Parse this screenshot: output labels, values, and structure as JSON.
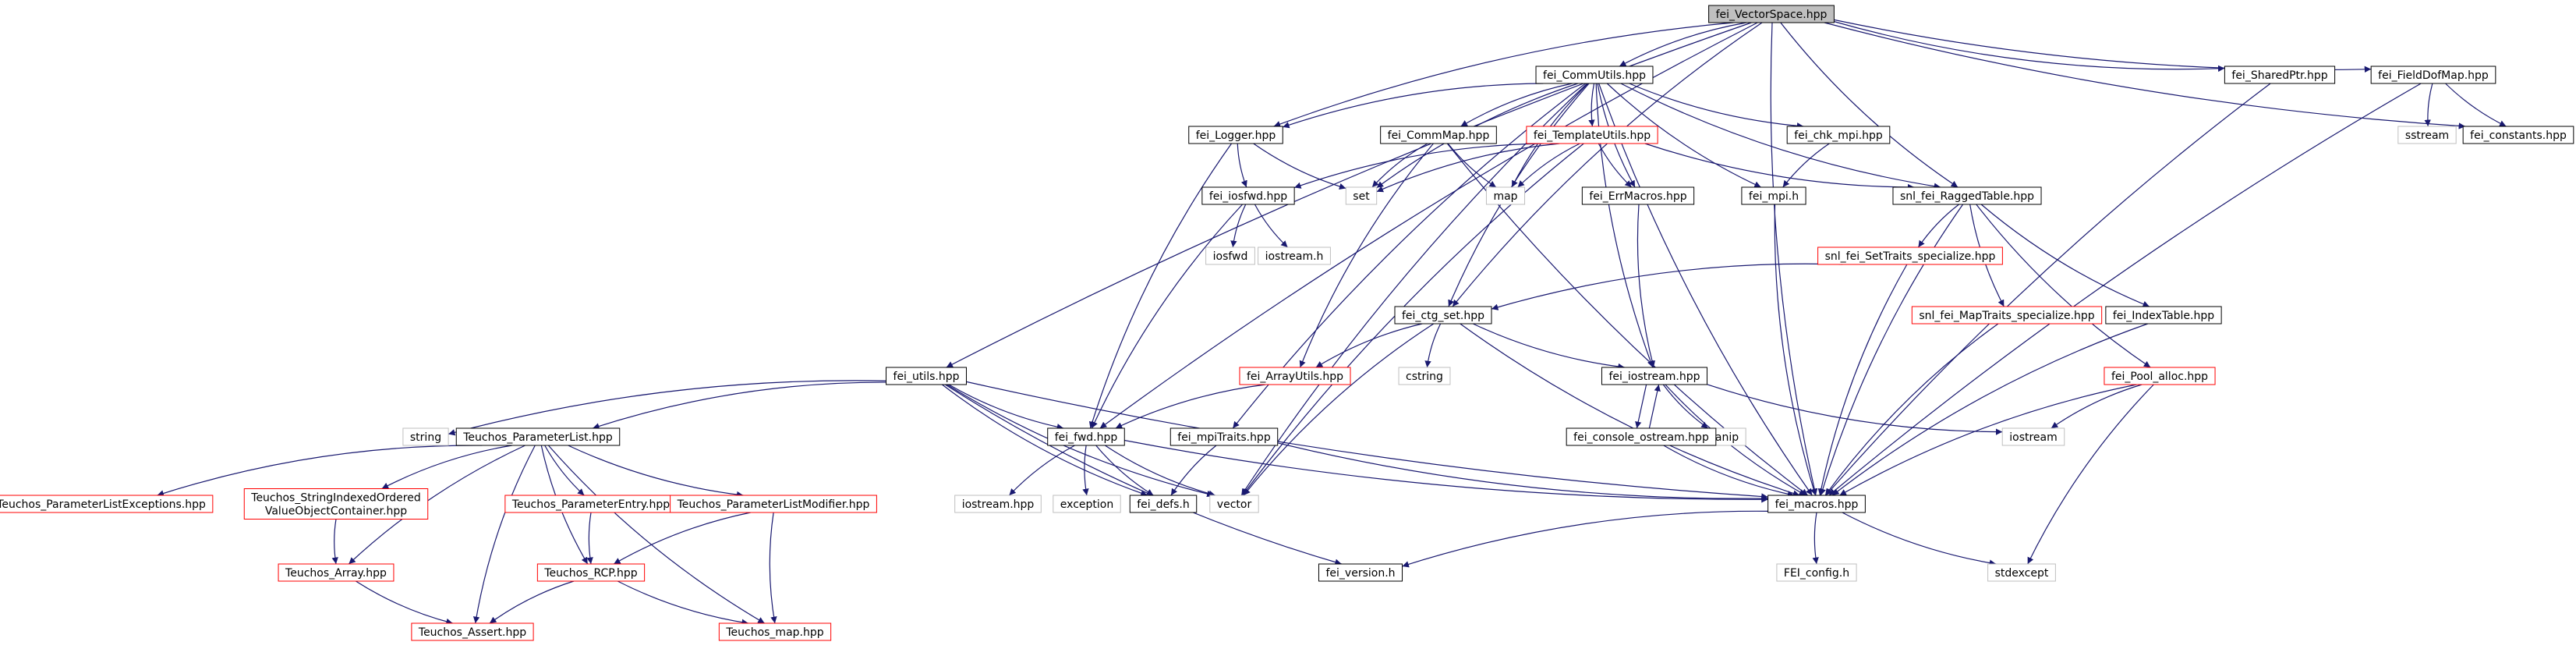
{
  "graph": {
    "colors": {
      "edge": "#191970",
      "root_fill": "#bfbfbf",
      "border_black": "#000000",
      "border_red": "#ff0000",
      "border_gray": "#bfbfbf",
      "text": "#000000"
    },
    "nodes": [
      {
        "id": "root",
        "label": "fei_VectorSpace.hpp",
        "style": "root"
      },
      {
        "id": "commutils",
        "label": "fei_CommUtils.hpp",
        "style": "black"
      },
      {
        "id": "sharedptr",
        "label": "fei_SharedPtr.hpp",
        "style": "black"
      },
      {
        "id": "fielddofmap",
        "label": "fei_FieldDofMap.hpp",
        "style": "black"
      },
      {
        "id": "logger",
        "label": "fei_Logger.hpp",
        "style": "black"
      },
      {
        "id": "commmap",
        "label": "fei_CommMap.hpp",
        "style": "black"
      },
      {
        "id": "templateutils",
        "label": "fei_TemplateUtils.hpp",
        "style": "red"
      },
      {
        "id": "chkmpi",
        "label": "fei_chk_mpi.hpp",
        "style": "black"
      },
      {
        "id": "sstream",
        "label": "sstream",
        "style": "gray"
      },
      {
        "id": "constants",
        "label": "fei_constants.hpp",
        "style": "black"
      },
      {
        "id": "iosfwd_hpp",
        "label": "fei_iosfwd.hpp",
        "style": "black"
      },
      {
        "id": "set",
        "label": "set",
        "style": "gray"
      },
      {
        "id": "map",
        "label": "map",
        "style": "gray"
      },
      {
        "id": "errmacros",
        "label": "fei_ErrMacros.hpp",
        "style": "black"
      },
      {
        "id": "mpi_h",
        "label": "fei_mpi.h",
        "style": "black"
      },
      {
        "id": "raggedtable",
        "label": "snl_fei_RaggedTable.hpp",
        "style": "black"
      },
      {
        "id": "iosfwd",
        "label": "iosfwd",
        "style": "gray"
      },
      {
        "id": "iostream_h",
        "label": "iostream.h",
        "style": "gray"
      },
      {
        "id": "settraits",
        "label": "snl_fei_SetTraits_specialize.hpp",
        "style": "red"
      },
      {
        "id": "ctgset",
        "label": "fei_ctg_set.hpp",
        "style": "black"
      },
      {
        "id": "maptraits",
        "label": "snl_fei_MapTraits_specialize.hpp",
        "style": "red"
      },
      {
        "id": "indextable",
        "label": "fei_IndexTable.hpp",
        "style": "black"
      },
      {
        "id": "arrayutils",
        "label": "fei_ArrayUtils.hpp",
        "style": "red"
      },
      {
        "id": "cstring",
        "label": "cstring",
        "style": "gray"
      },
      {
        "id": "iostream_hpp",
        "label": "fei_iostream.hpp",
        "style": "black"
      },
      {
        "id": "poolalloc",
        "label": "fei_Pool_alloc.hpp",
        "style": "red"
      },
      {
        "id": "utils",
        "label": "fei_utils.hpp",
        "style": "black"
      },
      {
        "id": "string",
        "label": "string",
        "style": "gray"
      },
      {
        "id": "paramlist",
        "label": "Teuchos_ParameterList.hpp",
        "style": "black"
      },
      {
        "id": "fei_fwd",
        "label": "fei_fwd.hpp",
        "style": "black"
      },
      {
        "id": "mpitraits",
        "label": "fei_mpiTraits.hpp",
        "style": "black"
      },
      {
        "id": "iomanip",
        "label": "iomanip",
        "style": "gray"
      },
      {
        "id": "iostream",
        "label": "iostream",
        "style": "gray"
      },
      {
        "id": "consoleostream",
        "label": "fei_console_ostream.hpp",
        "style": "black"
      },
      {
        "id": "paramlistexceptions",
        "label": "Teuchos_ParameterListExceptions.hpp",
        "style": "red"
      },
      {
        "id": "stringindexed",
        "label": "Teuchos_StringIndexedOrderedValueObjectContainer.hpp",
        "lines": [
          "Teuchos_StringIndexedOrdered",
          "ValueObjectContainer.hpp"
        ],
        "style": "red"
      },
      {
        "id": "paramentry",
        "label": "Teuchos_ParameterEntry.hpp",
        "style": "red"
      },
      {
        "id": "paramlistmodifier",
        "label": "Teuchos_ParameterListModifier.hpp",
        "style": "red"
      },
      {
        "id": "iostream_hpp2",
        "label": "iostream.hpp",
        "style": "gray"
      },
      {
        "id": "exception",
        "label": "exception",
        "style": "gray"
      },
      {
        "id": "defs",
        "label": "fei_defs.h",
        "style": "black"
      },
      {
        "id": "vector",
        "label": "vector",
        "style": "gray"
      },
      {
        "id": "macros",
        "label": "fei_macros.hpp",
        "style": "black"
      },
      {
        "id": "teuchos_array",
        "label": "Teuchos_Array.hpp",
        "style": "red"
      },
      {
        "id": "teuchos_rcp",
        "label": "Teuchos_RCP.hpp",
        "style": "red"
      },
      {
        "id": "version",
        "label": "fei_version.h",
        "style": "black"
      },
      {
        "id": "feiconfig",
        "label": "FEI_config.h",
        "style": "gray"
      },
      {
        "id": "stdexcept",
        "label": "stdexcept",
        "style": "gray"
      },
      {
        "id": "teuchos_assert",
        "label": "Teuchos_Assert.hpp",
        "style": "red"
      },
      {
        "id": "teuchos_map",
        "label": "Teuchos_map.hpp",
        "style": "red"
      }
    ],
    "edges": [
      [
        "root",
        "commutils"
      ],
      [
        "root",
        "sharedptr"
      ],
      [
        "root",
        "fielddofmap"
      ],
      [
        "root",
        "constants"
      ],
      [
        "root",
        "logger"
      ],
      [
        "root",
        "utils"
      ],
      [
        "root",
        "fei_fwd"
      ],
      [
        "root",
        "raggedtable"
      ],
      [
        "root",
        "ctgset"
      ],
      [
        "root",
        "macros"
      ],
      [
        "commutils",
        "logger"
      ],
      [
        "commutils",
        "commmap"
      ],
      [
        "commutils",
        "templateutils"
      ],
      [
        "commutils",
        "chkmpi"
      ],
      [
        "commutils",
        "raggedtable"
      ],
      [
        "commutils",
        "set"
      ],
      [
        "commutils",
        "map"
      ],
      [
        "commutils",
        "errmacros"
      ],
      [
        "commutils",
        "mpi_h"
      ],
      [
        "commutils",
        "iostream_hpp"
      ],
      [
        "commutils",
        "vector"
      ],
      [
        "commutils",
        "macros"
      ],
      [
        "commutils",
        "mpitraits"
      ],
      [
        "commutils",
        "ctgset"
      ],
      [
        "sharedptr",
        "macros"
      ],
      [
        "fielddofmap",
        "sstream"
      ],
      [
        "fielddofmap",
        "constants"
      ],
      [
        "fielddofmap",
        "macros"
      ],
      [
        "logger",
        "iosfwd_hpp"
      ],
      [
        "logger",
        "set"
      ],
      [
        "logger",
        "fei_fwd"
      ],
      [
        "commmap",
        "set"
      ],
      [
        "commmap",
        "map"
      ],
      [
        "commmap",
        "arrayutils"
      ],
      [
        "commmap",
        "macros"
      ],
      [
        "templateutils",
        "iosfwd_hpp"
      ],
      [
        "templateutils",
        "set"
      ],
      [
        "templateutils",
        "map"
      ],
      [
        "templateutils",
        "errmacros"
      ],
      [
        "templateutils",
        "raggedtable"
      ],
      [
        "templateutils",
        "vector"
      ],
      [
        "chkmpi",
        "mpi_h"
      ],
      [
        "iosfwd_hpp",
        "iosfwd"
      ],
      [
        "iosfwd_hpp",
        "iostream_h"
      ],
      [
        "iosfwd_hpp",
        "fei_fwd"
      ],
      [
        "errmacros",
        "iostream_hpp"
      ],
      [
        "mpi_h",
        "macros"
      ],
      [
        "raggedtable",
        "settraits"
      ],
      [
        "raggedtable",
        "maptraits"
      ],
      [
        "raggedtable",
        "indextable"
      ],
      [
        "raggedtable",
        "poolalloc"
      ],
      [
        "raggedtable",
        "macros"
      ],
      [
        "settraits",
        "ctgset"
      ],
      [
        "settraits",
        "macros"
      ],
      [
        "ctgset",
        "arrayutils"
      ],
      [
        "ctgset",
        "cstring"
      ],
      [
        "ctgset",
        "iostream_hpp"
      ],
      [
        "ctgset",
        "vector"
      ],
      [
        "ctgset",
        "macros"
      ],
      [
        "maptraits",
        "macros"
      ],
      [
        "indextable",
        "macros"
      ],
      [
        "arrayutils",
        "fei_fwd"
      ],
      [
        "iostream_hpp",
        "iomanip"
      ],
      [
        "iostream_hpp",
        "iostream"
      ],
      [
        "iostream_hpp",
        "consoleostream"
      ],
      [
        "iostream_hpp",
        "macros"
      ],
      [
        "consoleostream",
        "iostream_hpp"
      ],
      [
        "consoleostream",
        "macros"
      ],
      [
        "poolalloc",
        "iostream"
      ],
      [
        "poolalloc",
        "stdexcept"
      ],
      [
        "poolalloc",
        "macros"
      ],
      [
        "utils",
        "string"
      ],
      [
        "utils",
        "paramlist"
      ],
      [
        "utils",
        "fei_fwd"
      ],
      [
        "utils",
        "vector"
      ],
      [
        "utils",
        "defs"
      ],
      [
        "utils",
        "version"
      ],
      [
        "utils",
        "macros"
      ],
      [
        "paramlist",
        "paramlistexceptions"
      ],
      [
        "paramlist",
        "stringindexed"
      ],
      [
        "paramlist",
        "paramentry"
      ],
      [
        "paramlist",
        "paramlistmodifier"
      ],
      [
        "paramlist",
        "teuchos_array"
      ],
      [
        "paramlist",
        "teuchos_rcp"
      ],
      [
        "paramlist",
        "teuchos_assert"
      ],
      [
        "paramlist",
        "teuchos_map"
      ],
      [
        "fei_fwd",
        "iostream_hpp2"
      ],
      [
        "fei_fwd",
        "exception"
      ],
      [
        "fei_fwd",
        "defs"
      ],
      [
        "fei_fwd",
        "vector"
      ],
      [
        "fei_fwd",
        "macros"
      ],
      [
        "mpitraits",
        "defs"
      ],
      [
        "mpitraits",
        "macros"
      ],
      [
        "stringindexed",
        "teuchos_array"
      ],
      [
        "paramentry",
        "teuchos_rcp"
      ],
      [
        "paramlistmodifier",
        "teuchos_rcp"
      ],
      [
        "paramlistmodifier",
        "teuchos_map"
      ],
      [
        "teuchos_array",
        "teuchos_assert"
      ],
      [
        "teuchos_rcp",
        "teuchos_assert"
      ],
      [
        "teuchos_rcp",
        "teuchos_map"
      ],
      [
        "macros",
        "version"
      ],
      [
        "macros",
        "feiconfig"
      ],
      [
        "macros",
        "stdexcept"
      ]
    ]
  }
}
